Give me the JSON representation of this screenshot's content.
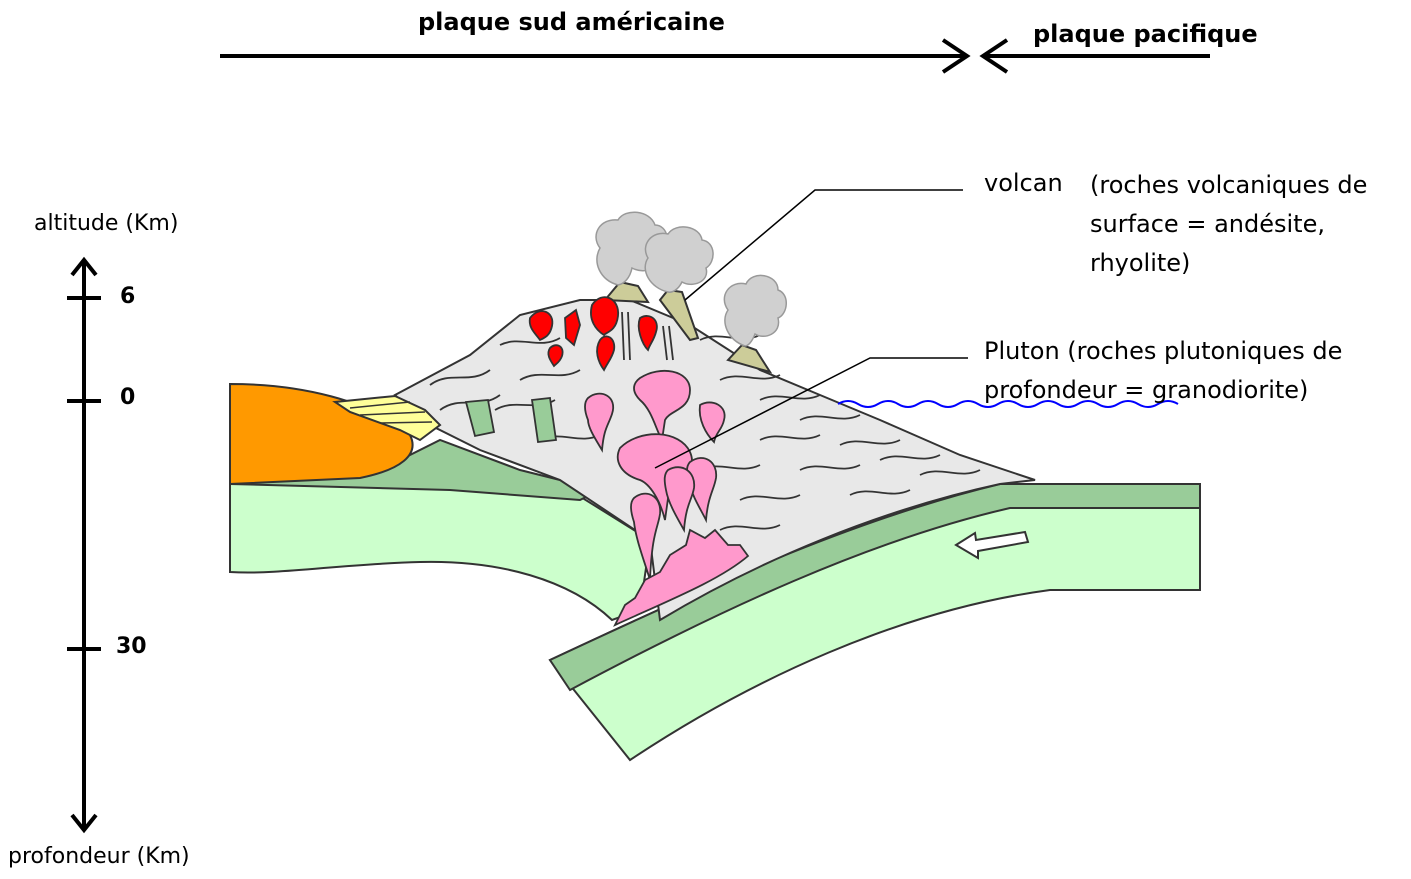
{
  "plates": {
    "left_label": "plaque sud américaine",
    "right_label": "plaque pacifique"
  },
  "axis": {
    "top_label": "altitude (Km)",
    "bottom_label": "profondeur (Km)",
    "ticks": [
      "6",
      "0",
      "30"
    ]
  },
  "annotations": {
    "volcan": {
      "name": "volcan",
      "description_lines": [
        "(roches volcaniques de",
        "surface = andésite,",
        "rhyolite)"
      ]
    },
    "pluton": {
      "lines": [
        "Pluton (roches plutoniques de",
        "profondeur = granodiorite)"
      ]
    }
  },
  "colors": {
    "continental_crust": "#e8e8e8",
    "lithosphere": "#ccffcc",
    "oceanic_crust": "#99cc99",
    "volcanic_rock": "#ff0000",
    "plutonic_rock": "#ff99cc",
    "sediment_orange": "#ff9900",
    "sediment_yellow": "#ffff99",
    "volcano_cone": "#cccc99",
    "smoke": "#d0d0d0",
    "ocean_surface": "#0000ff"
  }
}
